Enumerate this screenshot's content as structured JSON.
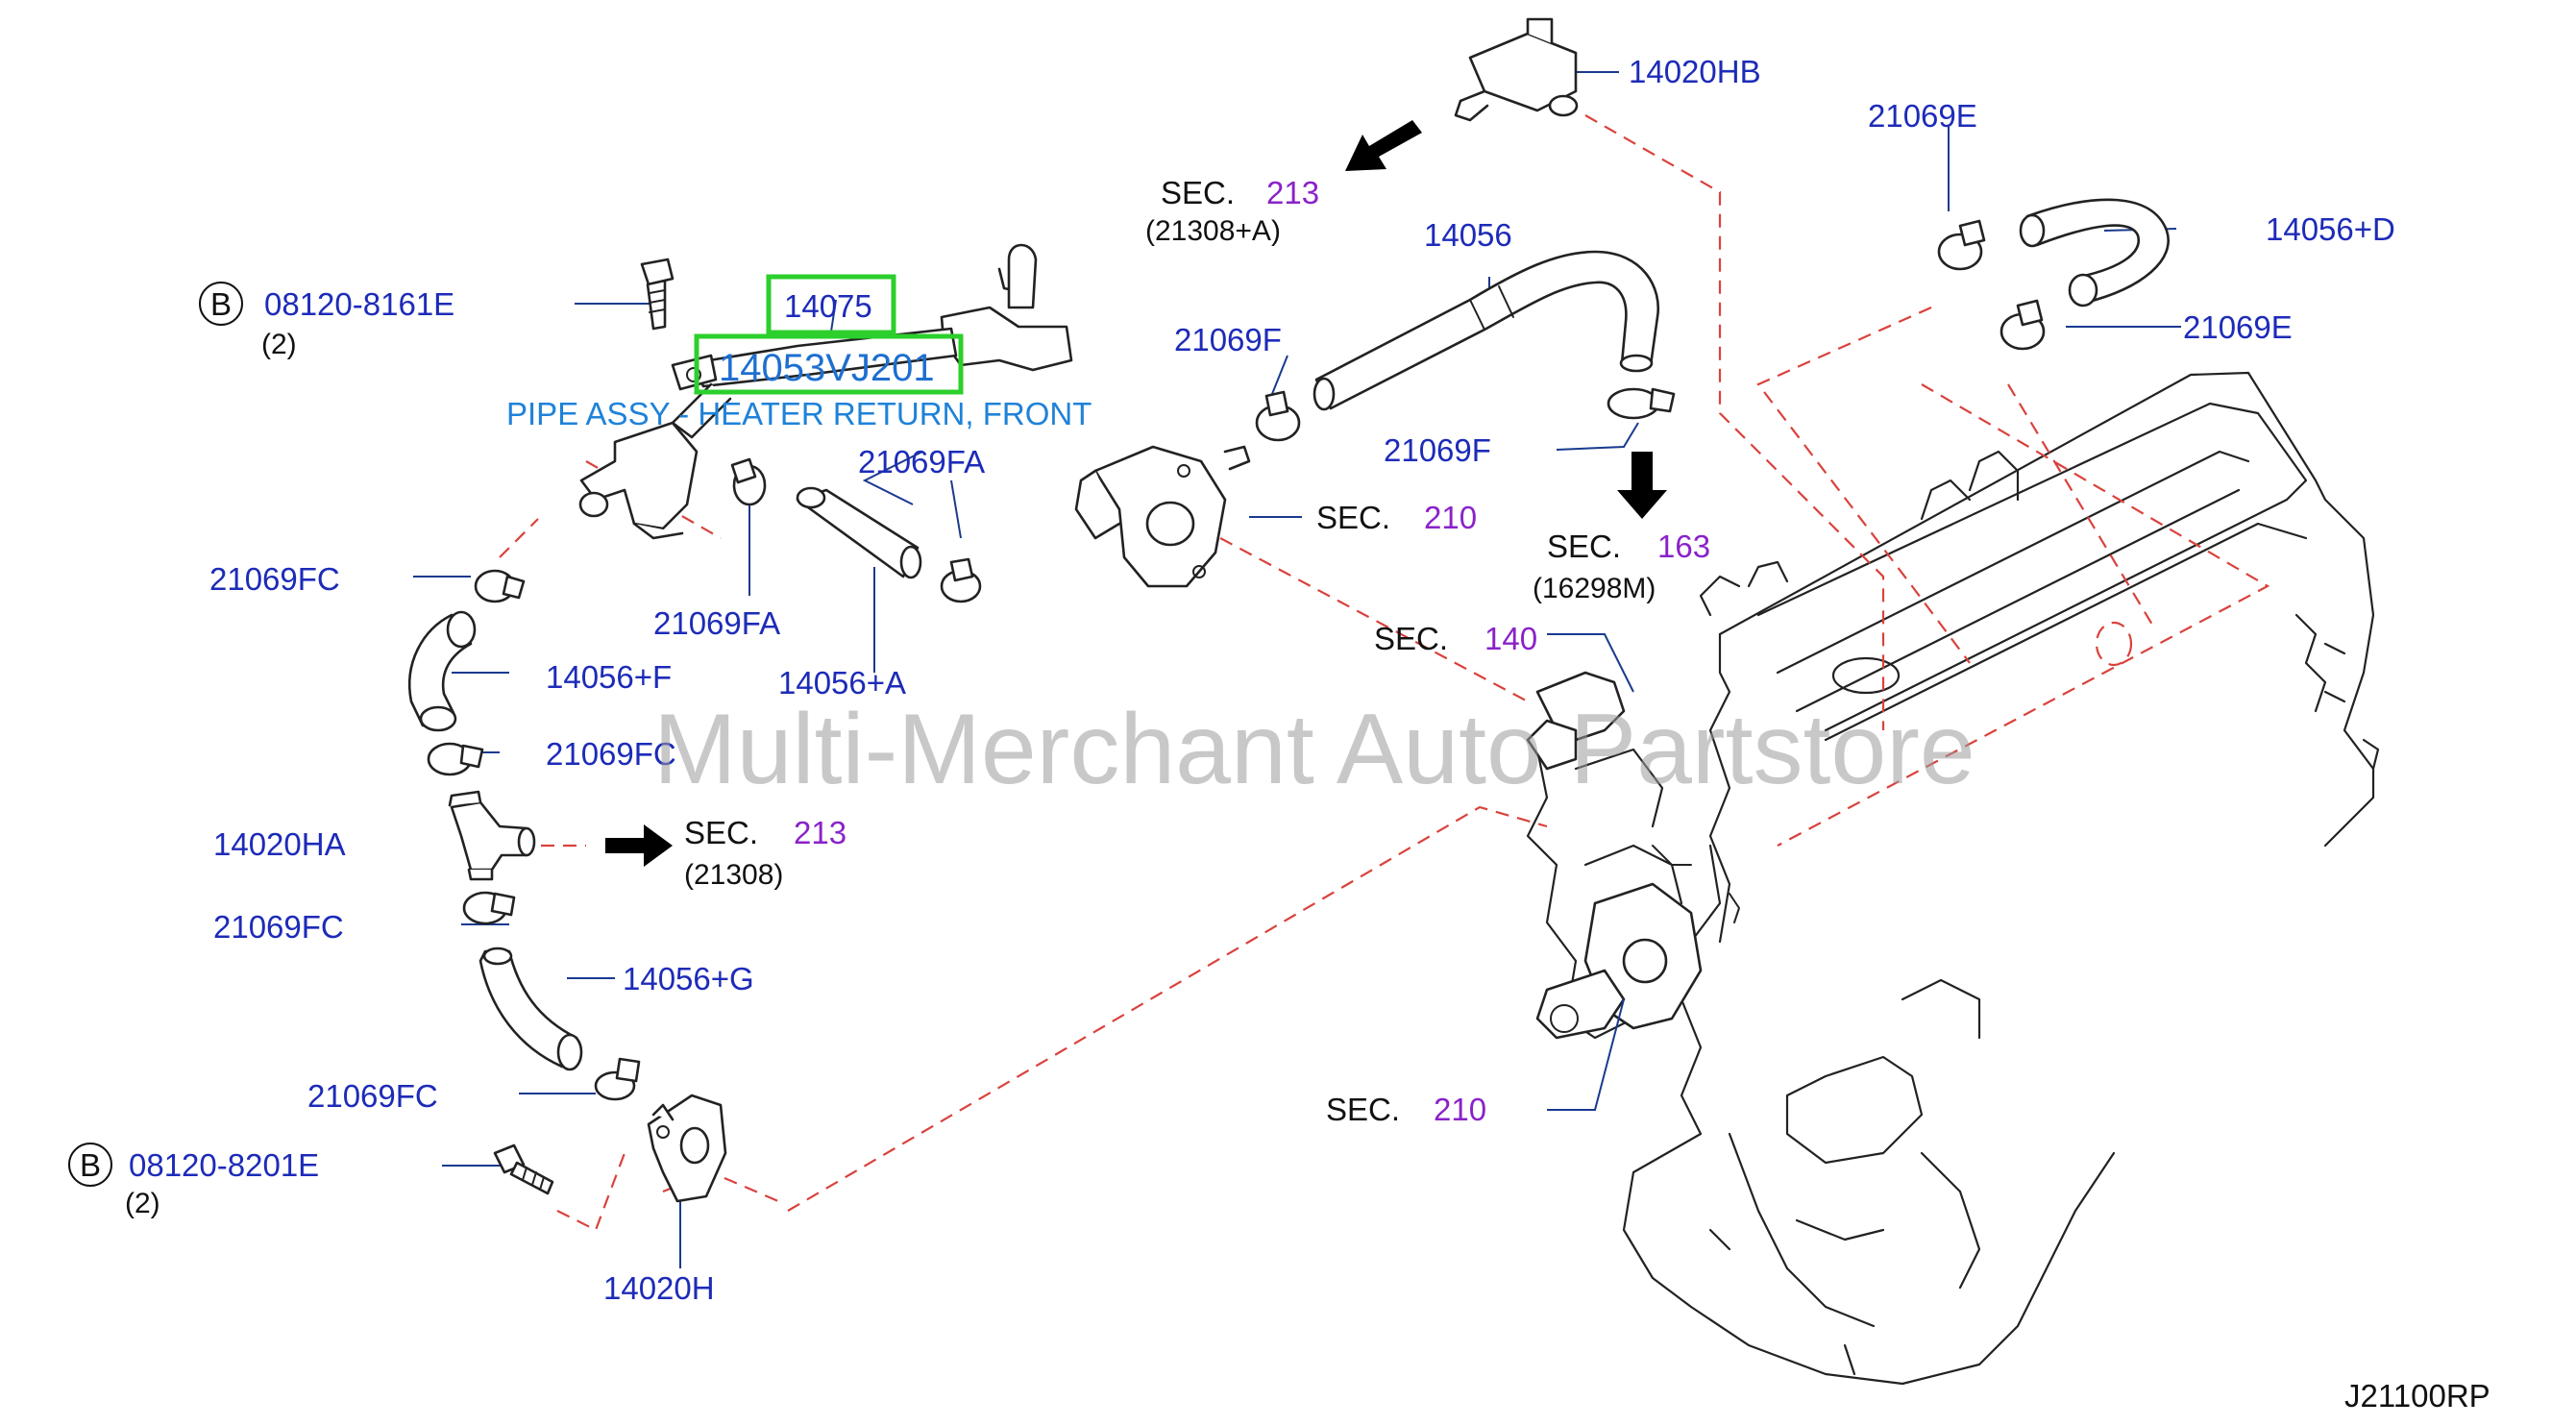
{
  "diagram_code": "J21100RP",
  "watermark": "Multi-Merchant Auto Partstore",
  "highlight": {
    "part_a": "14075",
    "part_b": "14053VJ201",
    "caption": "PIPE ASSY - HEATER RETURN, FRONT",
    "box_color": "#2ccf2c"
  },
  "parts": {
    "p14020HB": "14020HB",
    "p21069E_top": "21069E",
    "p14056D": "14056+D",
    "p21069E_bottom": "21069E",
    "p14056": "14056",
    "p21069F_left": "21069F",
    "p21069F_right": "21069F",
    "p21069FA_right": "21069FA",
    "p21069FA_left": "21069FA",
    "p14056A": "14056+A",
    "p21069FC_1": "21069FC",
    "p14056F": "14056+F",
    "p21069FC_2": "21069FC",
    "p14020HA": "14020HA",
    "p21069FC_3": "21069FC",
    "p14056G": "14056+G",
    "p21069FC_4": "21069FC",
    "p14020H": "14020H"
  },
  "bolts": [
    {
      "letter": "B",
      "part": "08120-8161E",
      "qty": "(2)"
    },
    {
      "letter": "B",
      "part": "08120-8201E",
      "qty": "(2)"
    }
  ],
  "sections": [
    {
      "label": "SEC.",
      "num": "213",
      "sub": "(21308+A)"
    },
    {
      "label": "SEC.",
      "num": "210",
      "sub": ""
    },
    {
      "label": "SEC.",
      "num": "163",
      "sub": "(16298M)"
    },
    {
      "label": "SEC.",
      "num": "140",
      "sub": ""
    },
    {
      "label": "SEC.",
      "num": "213",
      "sub": "(21308)"
    },
    {
      "label": "SEC.",
      "num": "210",
      "sub": ""
    }
  ]
}
